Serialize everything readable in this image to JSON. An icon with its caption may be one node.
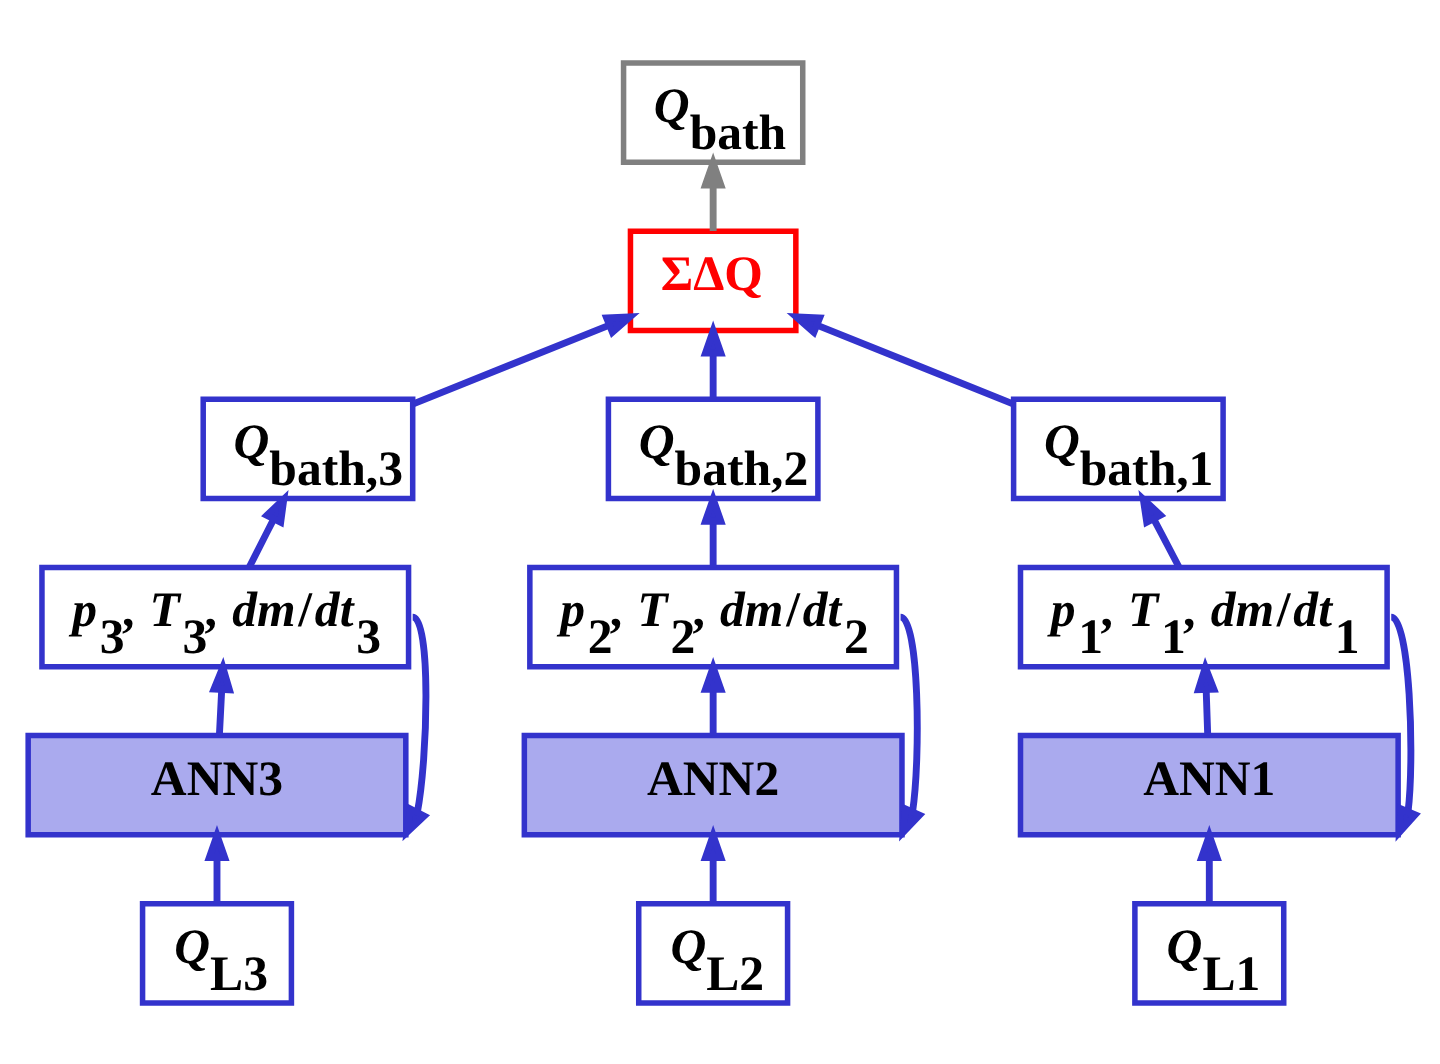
{
  "diagram": {
    "nodes": [
      {
        "text": [
          "*Q*$_{bath}$"
        ]
      },
      {
        "text": [
          "ΣΔQ"
        ]
      },
      {
        "text": [
          "*Q*$_{bath,3}$"
        ]
      },
      {
        "text": [
          "*Q*$_{bath,2}$"
        ]
      },
      {
        "text": [
          "*Q*$_{bath,1}$"
        ]
      },
      {
        "text": [
          "*p*$_{3}$, *T*$_{3}$, *dm*/*dt*$_{3}$"
        ]
      },
      {
        "text": [
          "*p*$_{2}$, *T*$_{2}$, *dm*/*dt*$_{2}$"
        ]
      },
      {
        "text": [
          "*p*$_{1}$, *T*$_{1}$, *dm*/*dt*$_{1}$"
        ]
      },
      {
        "text": [
          "ANN3"
        ]
      },
      {
        "text": [
          "ANN2"
        ]
      },
      {
        "text": [
          "ANN1"
        ]
      },
      {
        "text": [
          "*Q*$_{L3}$"
        ]
      },
      {
        "text": [
          "*Q*$_{L2}$"
        ]
      },
      {
        "text": [
          "*Q*$_{L1}$"
        ]
      }
    ],
    "edges": [
      {
        "from": 1,
        "to": 0,
        "arrow": "to",
        "color": "#808080"
      },
      {
        "from": 2,
        "to": 1,
        "arrow": "to"
      },
      {
        "from": 3,
        "to": 1,
        "arrow": "to"
      },
      {
        "from": 4,
        "to": 1,
        "arrow": "to"
      },
      {
        "from": 5,
        "to": 2,
        "arrow": "to"
      },
      {
        "from": 6,
        "to": 3,
        "arrow": "to"
      },
      {
        "from": 7,
        "to": 4,
        "arrow": "to"
      },
      {
        "from": 8,
        "to": 5,
        "arrow": "to"
      },
      {
        "from": 9,
        "to": 6,
        "arrow": "to"
      },
      {
        "from": 10,
        "to": 7,
        "arrow": "to"
      },
      {
        "from": 5,
        "to": 8,
        "arrow": "to"
      },
      {
        "from": 6,
        "to": 9,
        "arrow": "to"
      },
      {
        "from": 7,
        "to": 10,
        "arrow": "to"
      },
      {
        "from": 11,
        "to": 8,
        "arrow": "to"
      },
      {
        "from": 12,
        "to": 9,
        "arrow": "to"
      },
      {
        "from": 13,
        "to": 10,
        "arrow": "to"
      }
    ]
  }
}
